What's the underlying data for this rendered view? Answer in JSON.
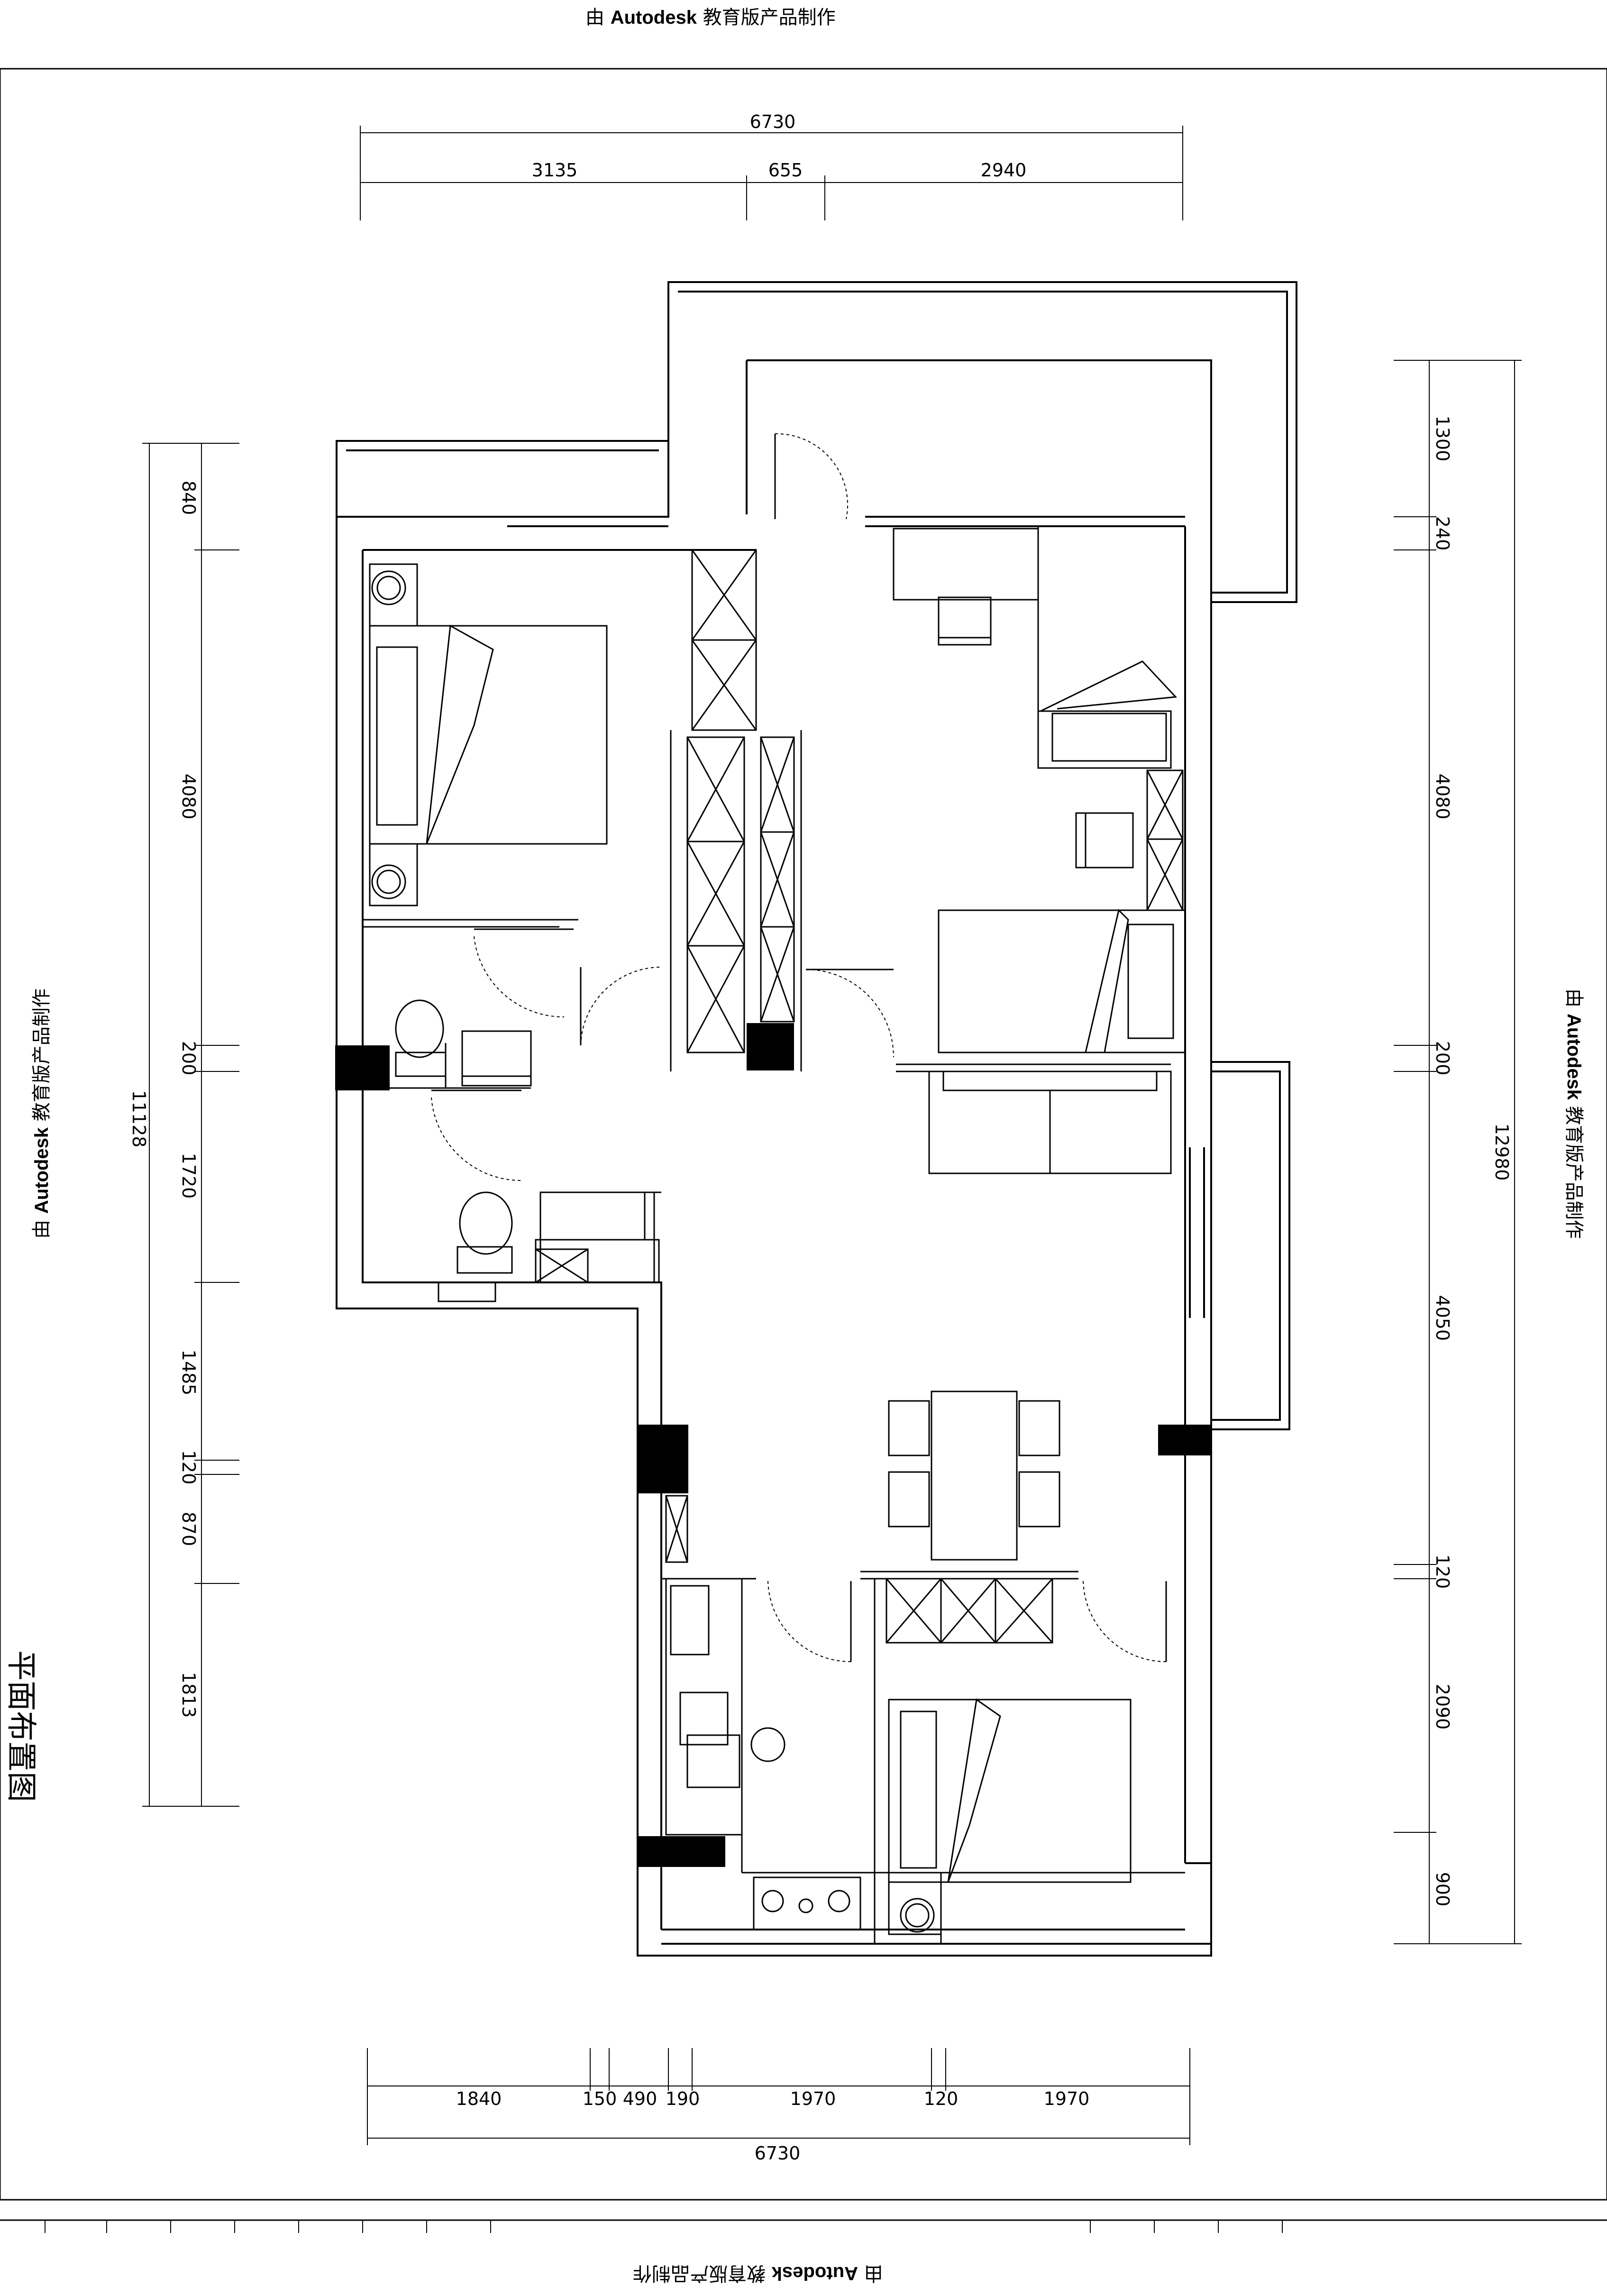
{
  "watermark": {
    "prefix": "由",
    "brand": "Autodesk",
    "suffix": "教育版产品制作"
  },
  "drawing_title": "平面布置图",
  "dimensions": {
    "top_overall": "6730",
    "top_segments": [
      "3135",
      "655",
      "2940"
    ],
    "bottom_overall": "6730",
    "bottom_segments": [
      "1840",
      "150",
      "490",
      "190",
      "1970",
      "120",
      "1970"
    ],
    "left_overall": "11128",
    "left_segments": [
      "840",
      "4080",
      "200",
      "1720",
      "1485",
      "120",
      "870",
      "1813"
    ],
    "right_overall": "12980",
    "right_segments": [
      "1300",
      "240",
      "4080",
      "200",
      "4050",
      "120",
      "2090",
      "900"
    ]
  },
  "colors": {
    "line": "#000000",
    "background": "#ffffff",
    "column_fill": "#000000"
  }
}
